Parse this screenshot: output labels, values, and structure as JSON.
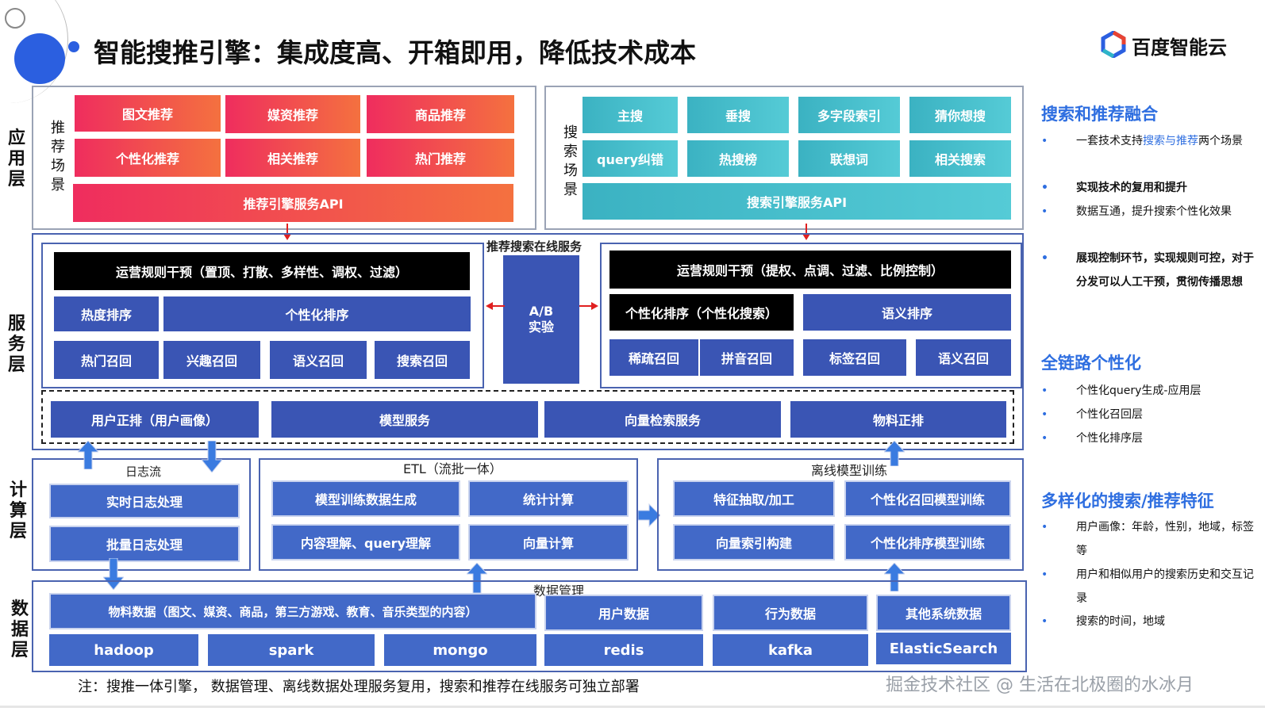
{
  "header": {
    "title": "智能搜推引擎：集成度高、开箱即用，降低技术成本",
    "logo_text": "百度智能云"
  },
  "layers": {
    "app": "应用层",
    "service": "服务层",
    "compute": "计算层",
    "data": "数据层"
  },
  "app_layer": {
    "rec_label": "推荐场景",
    "rec_items": [
      "图文推荐",
      "媒资推荐",
      "商品推荐",
      "个性化推荐",
      "相关推荐",
      "热门推荐"
    ],
    "rec_api": "推荐引擎服务API",
    "search_label": "搜索场景",
    "search_items": [
      "主搜",
      "垂搜",
      "多字段索引",
      "猜你想搜",
      "query纠错",
      "热搜榜",
      "联想词",
      "相关搜索"
    ],
    "search_api": "搜索引擎服务API"
  },
  "service_layer": {
    "online_title": "推荐搜索在线服务",
    "rec_rule": "运营规则干预（置顶、打散、多样性、调权、过滤）",
    "rec_rank": [
      "热度排序",
      "个性化排序"
    ],
    "rec_recall": [
      "热门召回",
      "兴趣召回",
      "语义召回",
      "搜索召回"
    ],
    "ab": "A/B\n实验",
    "search_rule": "运营规则干预（提权、点调、过滤、比例控制）",
    "search_rank": [
      "个性化排序（个性化搜索）",
      "语义排序"
    ],
    "search_recall": [
      "稀疏召回",
      "拼音召回",
      "标签召回",
      "语义召回"
    ],
    "common": [
      "用户正排（用户画像）",
      "模型服务",
      "向量检索服务",
      "物料正排"
    ]
  },
  "compute_layer": {
    "log_title": "日志流",
    "log_items": [
      "实时日志处理",
      "批量日志处理"
    ],
    "etl_title": "ETL（流批一体）",
    "etl_items": [
      "模型训练数据生成",
      "统计计算",
      "内容理解、query理解",
      "向量计算"
    ],
    "offline_title": "离线模型训练",
    "offline_items": [
      "特征抽取/加工",
      "个性化召回模型训练",
      "向量索引构建",
      "个性化排序模型训练"
    ]
  },
  "data_layer": {
    "title": "数据管理",
    "row1": [
      "物料数据（图文、媒资、商品，第三方游戏、教育、音乐类型的内容）",
      "用户数据",
      "行为数据",
      "其他系统数据"
    ],
    "row2": [
      "hadoop",
      "spark",
      "mongo",
      "redis",
      "kafka",
      "ElasticSearch"
    ]
  },
  "footer": {
    "note": "注：搜推一体引擎， 数据管理、离线数据处理服务复用，搜索和推荐在线服务可独立部署",
    "watermark": "掘金技术社区 @ 生活在北极圈的水冰月"
  },
  "right_panel": {
    "s1_title": "搜索和推荐融合",
    "s1_items": [
      {
        "pre": "一套技术支持",
        "hl": "搜索与推荐",
        "post": "两个场景",
        "bold": false
      },
      {
        "pre": "实现技术的复用和提升",
        "hl": "",
        "post": "",
        "bold": true
      },
      {
        "pre": "数据互通，提升搜索个性化效果",
        "hl": "",
        "post": "",
        "bold": false
      },
      {
        "pre": "展现控制环节，实现规则可控，对于分发可以人工干预，贯彻传播思想",
        "hl": "",
        "post": "",
        "bold": true
      }
    ],
    "s2_title": "全链路个性化",
    "s2_items": [
      "个性化query生成-应用层",
      "个性化召回层",
      "个性化排序层"
    ],
    "s3_title": "多样化的搜索/推荐特征",
    "s3_items": [
      "用户画像：年龄，性别，地域，标签等",
      "用户和相似用户的搜索历史和交互记录",
      "搜索的时间，地域"
    ]
  },
  "colors": {
    "accent": "#2e6ee0",
    "box_blue": "#3a55b4",
    "frame": "#4a63b0",
    "rec_gradient_start": "#ef2d5e",
    "rec_gradient_end": "#f4713f",
    "search_teal": "#3bb2c2"
  }
}
